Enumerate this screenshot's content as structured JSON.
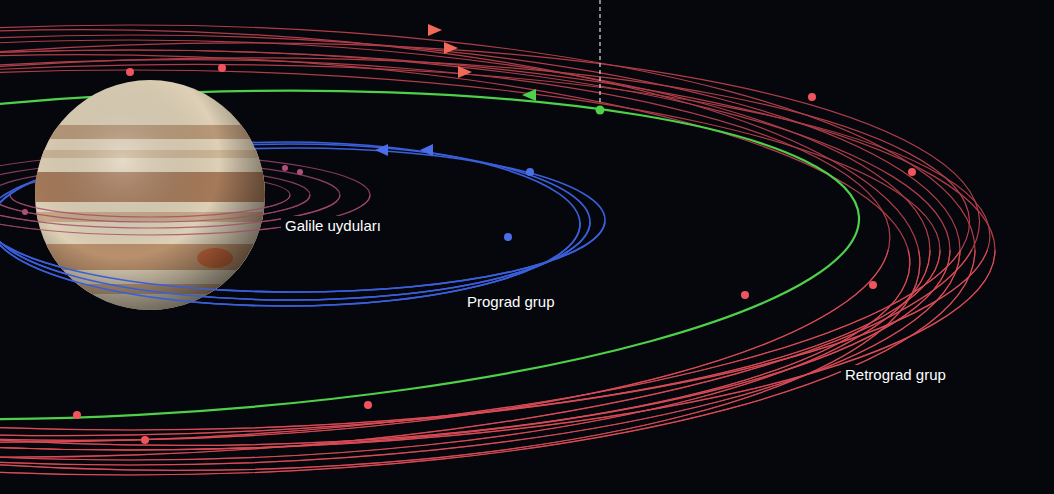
{
  "diagram": {
    "labels": [
      "Galile uyduları",
      "Prograd grup",
      "Retrograd grup"
    ]
  }
}
